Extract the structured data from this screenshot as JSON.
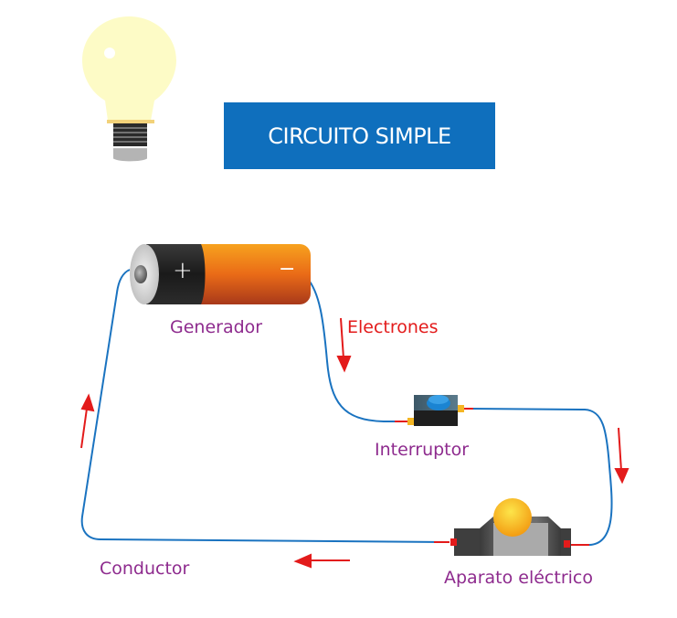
{
  "title": "CIRCUITO SIMPLE",
  "labels": {
    "generator": "Generador",
    "electrons": "Electrones",
    "switch": "Interruptor",
    "device": "Aparato eléctrico",
    "conductor": "Conductor"
  },
  "battery": {
    "positive_symbol": "+",
    "negative_symbol": "−"
  },
  "colors": {
    "title_bg": "#0f6fbd",
    "wire": "#1a73c0",
    "arrow": "#e31b1b",
    "label": "#8e2b8e",
    "bulb_glass": "#fdfbc6"
  }
}
